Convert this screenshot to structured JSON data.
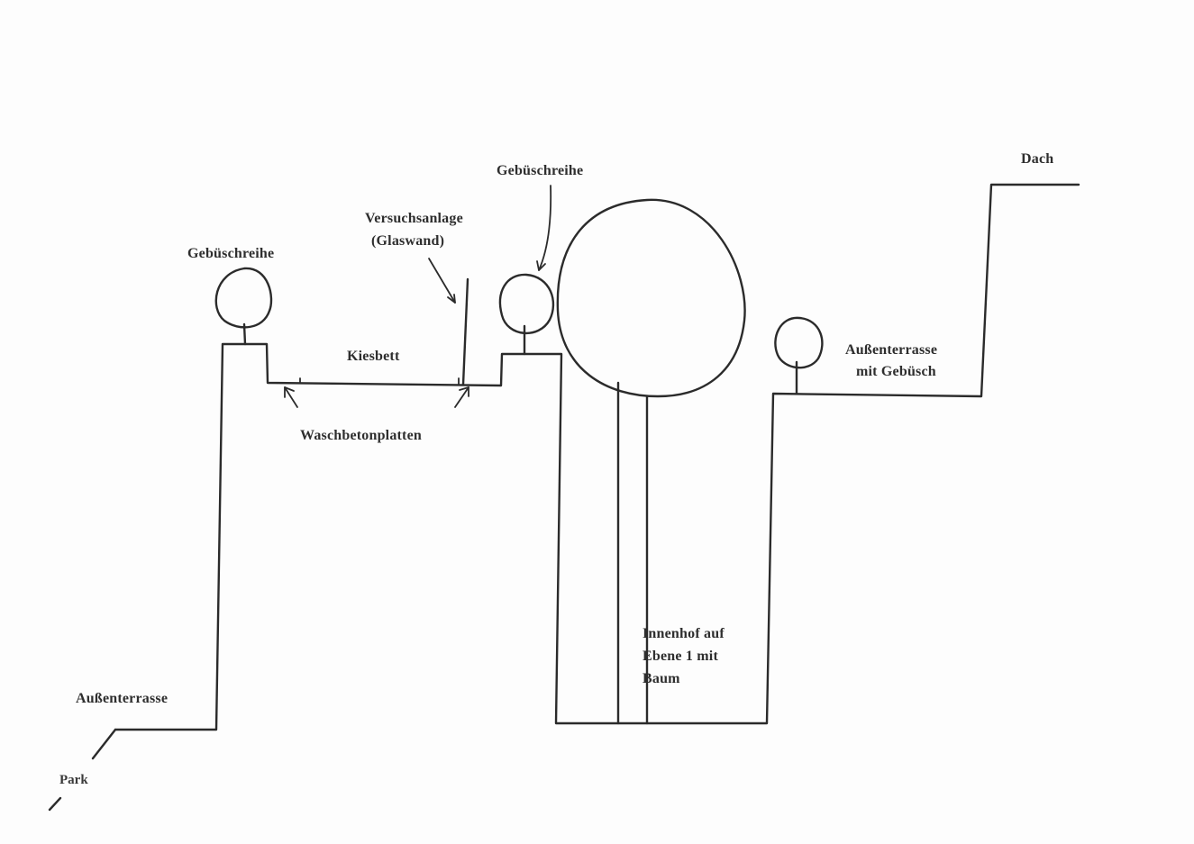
{
  "labels": {
    "dach": "Dach",
    "gebuesch_left": "Gebüschreihe",
    "gebuesch_mid": "Gebüschreihe",
    "versuchsanlage_1": "Versuchsanlage",
    "versuchsanlage_2": "(Glaswand)",
    "kiesbett": "Kiesbett",
    "waschbeton": "Waschbetonplatten",
    "aussen_right_1": "Außenterrasse",
    "aussen_right_2": "mit Gebüsch",
    "innenhof_1": "Innenhof auf",
    "innenhof_2": "Ebene 1 mit",
    "innenhof_3": "Baum",
    "aussen_left": "Außenterrasse",
    "park": "Park"
  },
  "colors": {
    "ink": "#2b2b2b",
    "paper": "#fdfdfd"
  }
}
